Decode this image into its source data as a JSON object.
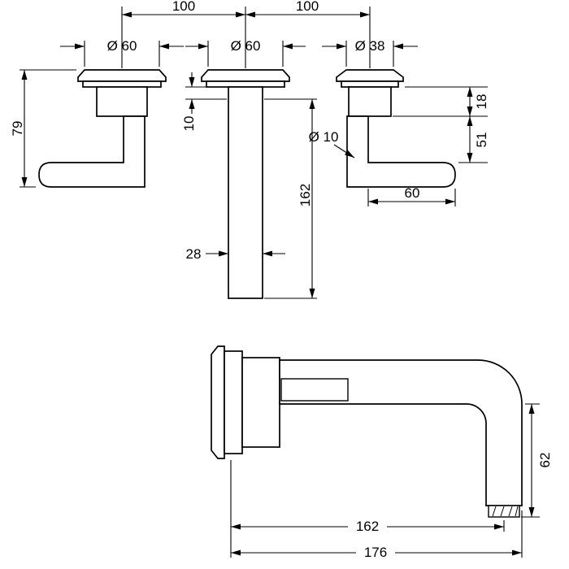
{
  "drawing": {
    "subject": "wall-mounted three-hole basin mixer dimensional drawing",
    "colors": {
      "line": "#000000",
      "background": "#ffffff"
    }
  },
  "dims": {
    "handle_spacing_left": "100",
    "handle_spacing_right": "100",
    "left_escutcheon_dia": "Ø 60",
    "spout_escutcheon_dia": "Ø 60",
    "right_escutcheon_dia": "Ø 38",
    "left_handle_height": "79",
    "escutcheon_offset": "10",
    "riser_length": "162",
    "riser_width": "28",
    "lever_dia": "Ø 10",
    "right_escutcheon_height": "18",
    "right_lever_drop": "51",
    "right_lever_reach": "60",
    "spout_drop": "62",
    "spout_reach": "162",
    "total_reach": "176"
  }
}
